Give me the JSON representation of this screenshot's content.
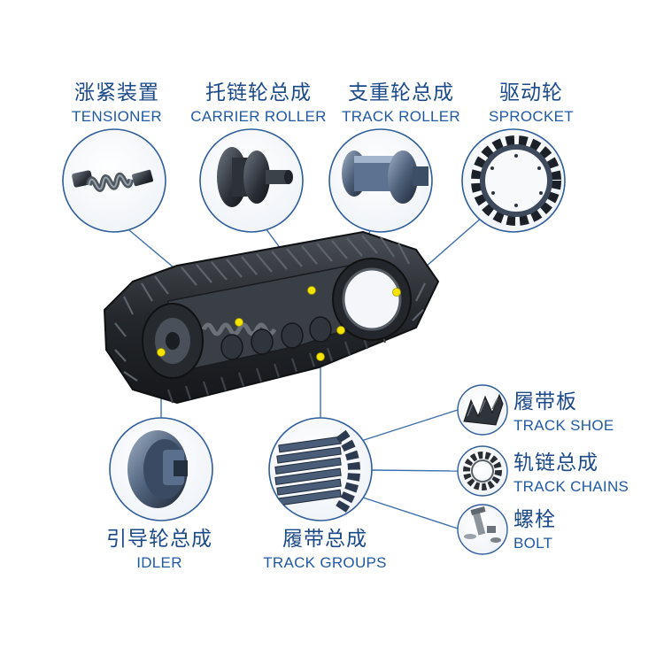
{
  "components": {
    "tensioner": {
      "cn": "涨紧装置",
      "en": "TENSIONER"
    },
    "carrier_roller": {
      "cn": "托链轮总成",
      "en": "CARRIER ROLLER"
    },
    "track_roller": {
      "cn": "支重轮总成",
      "en": "TRACK ROLLER"
    },
    "sprocket": {
      "cn": "驱动轮",
      "en": "SPROCKET"
    },
    "idler": {
      "cn": "引导轮总成",
      "en": "IDLER"
    },
    "track_groups": {
      "cn": "履带总成",
      "en": "TRACK GROUPS"
    },
    "track_shoe": {
      "cn": "履带板",
      "en": "TRACK SHOE"
    },
    "track_chains": {
      "cn": "轨链总成",
      "en": "TRACK CHAINS"
    },
    "bolt": {
      "cn": "螺栓",
      "en": "BOLT"
    }
  },
  "colors": {
    "circle_border": "#2f5e9c",
    "leader_line": "#3b6fb0",
    "marker": "#f5e300",
    "track_dark": "#2a2d31",
    "part_metal": "#3d4a5c"
  }
}
